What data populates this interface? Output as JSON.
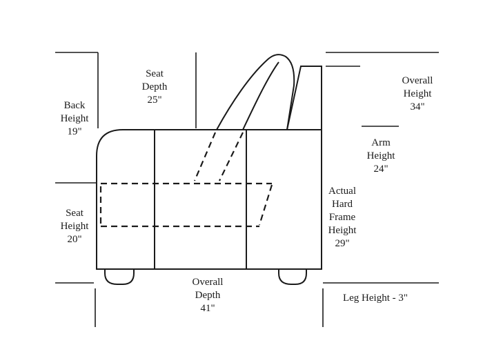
{
  "labels": {
    "seat_depth": [
      "Seat",
      "Depth",
      "25\""
    ],
    "back_height": [
      "Back",
      "Height",
      "19\""
    ],
    "overall_height": [
      "Overall",
      "Height",
      "34\""
    ],
    "arm_height": [
      "Arm",
      "Height",
      "24\""
    ],
    "seat_height": [
      "Seat",
      "Height",
      "20\""
    ],
    "frame_height": [
      "Actual",
      "Hard",
      "Frame",
      "Height",
      "29\""
    ],
    "overall_depth": [
      "Overall",
      "Depth",
      "41\""
    ],
    "leg_height": "Leg Height - 3\""
  }
}
